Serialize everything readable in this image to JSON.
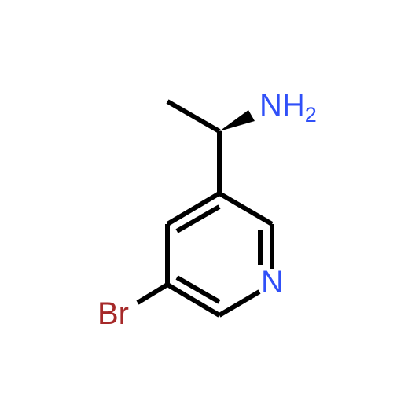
{
  "molecule": {
    "atoms": {
      "amine": {
        "symbol": "NH",
        "subscript": "2",
        "color": "#3050F8"
      },
      "ring_nitrogen": {
        "symbol": "N",
        "color": "#3050F8"
      },
      "bromine": {
        "symbol": "Br",
        "color": "#A62929"
      }
    },
    "bond_color": "#000000"
  }
}
